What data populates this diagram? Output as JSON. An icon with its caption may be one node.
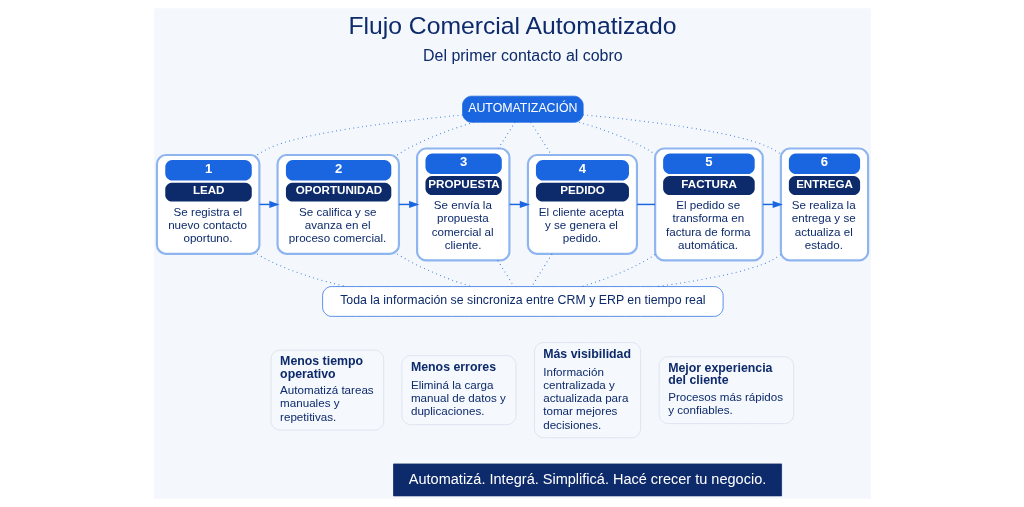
{
  "diagram": {
    "title": "Flujo Comercial Automatizado",
    "nodes": [
      {
        "text": [
          "AUTOMATIZACIÓN"
        ]
      },
      {
        "text": [
          "1",
          "LEAD",
          "Se registra el nuevo contacto oportuno."
        ]
      },
      {
        "text": [
          "2",
          "OPORTUNIDAD",
          "Se califica y se avanza en el proceso comercial."
        ]
      },
      {
        "text": [
          "3",
          "PROPUESTA",
          "Se envía la propuesta comercial al cliente."
        ]
      },
      {
        "text": [
          "4",
          "PEDIDO",
          "El cliente acepta y se genera el pedido."
        ]
      },
      {
        "text": [
          "5",
          "FACTURA",
          "El pedido se transforma en factura de forma automática."
        ]
      },
      {
        "text": [
          "6",
          "ENTREGA",
          "Se realiza la entrega y se actualiza el estado."
        ]
      },
      {
        "text": [
          "Toda la información se sincroniza entre CRM y ERP en tiempo real"
        ]
      },
      {
        "text": [
          "Menos tiempo operativo",
          "Automatizá tareas manuales y repetitivas."
        ]
      },
      {
        "text": [
          "Menos errores",
          "Eliminá la carga manual de datos y duplicaciones."
        ]
      },
      {
        "text": [
          "Más visibilidad",
          "Información centralizada y actualizada para tomar mejores decisiones."
        ]
      },
      {
        "text": [
          "Mejor experiencia del cliente",
          "Procesos más rápidos y confiables."
        ]
      }
    ],
    "edges": [
      {
        "from": 1,
        "to": 2,
        "arrow": "to"
      },
      {
        "from": 2,
        "to": 3,
        "arrow": "to"
      },
      {
        "from": 3,
        "to": 4,
        "arrow": "to"
      },
      {
        "from": 4,
        "to": 5,
        "arrow": "none"
      },
      {
        "from": 5,
        "to": 6,
        "arrow": "to"
      },
      {
        "from": 0,
        "to": 1,
        "arrow": "none",
        "style": "dashed"
      },
      {
        "from": 0,
        "to": 2,
        "arrow": "none",
        "style": "dashed"
      },
      {
        "from": 0,
        "to": 3,
        "arrow": "none",
        "style": "dashed"
      },
      {
        "from": 0,
        "to": 4,
        "arrow": "none",
        "style": "dashed"
      },
      {
        "from": 0,
        "to": 5,
        "arrow": "none",
        "style": "dashed"
      },
      {
        "from": 0,
        "to": 6,
        "arrow": "none",
        "style": "dashed"
      },
      {
        "from": 1,
        "to": 7,
        "arrow": "none",
        "style": "dashed"
      },
      {
        "from": 2,
        "to": 7,
        "arrow": "none",
        "style": "dashed"
      },
      {
        "from": 3,
        "to": 7,
        "arrow": "none",
        "style": "dashed"
      },
      {
        "from": 4,
        "to": 7,
        "arrow": "none",
        "style": "dashed"
      },
      {
        "from": 5,
        "to": 7,
        "arrow": "none",
        "style": "dashed"
      },
      {
        "from": 6,
        "to": 7,
        "arrow": "none",
        "style": "dashed"
      }
    ],
    "labels": [
      "Del primer contacto al cobro",
      "Automatizá. Integrá. Simplificá. Hacé crecer tu negocio."
    ]
  }
}
